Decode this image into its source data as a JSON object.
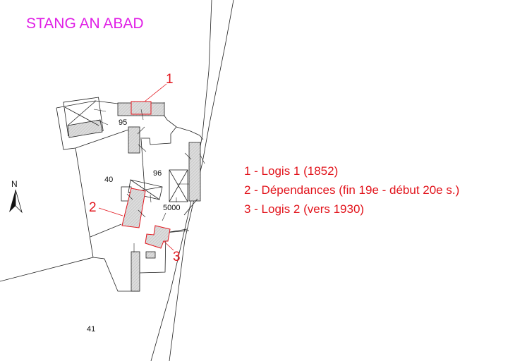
{
  "title": "STANG AN ABAD",
  "legend": [
    "1 - Logis 1 (1852)",
    "2 - Dépendances (fin 19e - début 20e s.)",
    "3 - Logis 2 (vers 1930)"
  ],
  "callouts": [
    "1",
    "2",
    "3"
  ],
  "parcels": [
    "95",
    "96",
    "40",
    "5000",
    "41"
  ],
  "north": "N",
  "colors": {
    "title": "#e01ee6",
    "highlight": "#e2141c",
    "lines": "#222222",
    "hatch": "#d8d8d8"
  }
}
